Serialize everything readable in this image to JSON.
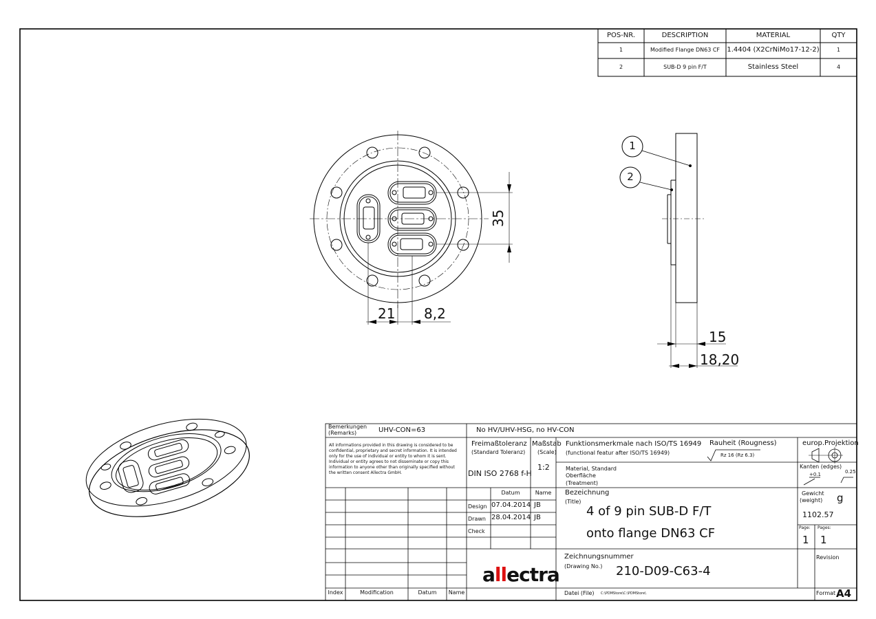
{
  "bom": {
    "headers": [
      "POS-NR.",
      "DESCRIPTION",
      "MATERIAL",
      "QTY"
    ],
    "rows": [
      [
        "1",
        "Modified Flange DN63 CF",
        "1.4404 (X2CrNiMo17-12-2)",
        "1"
      ],
      [
        "2",
        "SUB-D 9 pin F/T",
        "Stainless Steel",
        "4"
      ]
    ]
  },
  "dimensions": {
    "front_height": "35",
    "front_offset_a": "21",
    "front_offset_b": "8,2",
    "side_thickness_a": "15",
    "side_thickness_b": "18,20"
  },
  "balloons": [
    "1",
    "2"
  ],
  "titleblock": {
    "remarks_label": "Bemerkungen",
    "remarks_label_en": "(Remarks)",
    "remarks_value": "UHV-CON=63",
    "hv_note": "No HV/UHV-HSG, no HV-CON",
    "disclaimer": [
      "All informations provided in this drawing is considered to be",
      "confidential, proprietary and secret information. It is intended",
      "only for the use of individual or entity to whom it is sent.",
      "Individual or entity agrees to not disseminate or copy this",
      "information to anyone other than originally specified without",
      "the written consent Allectra GmbH."
    ],
    "tolerance_label": "Freimaßtoleranz",
    "tolerance_label_en": "(Standard Toleranz)",
    "tolerance_value": "DIN ISO 2768 f-H",
    "scale_label": "Maßstab",
    "scale_label_en": "(Scale)",
    "scale_value": "1:2",
    "function_label": "Funktionsmerkmale nach ISO/TS 16949",
    "function_label_en": "(functional featur after ISO/TS 16949)",
    "roughness_label": "Rauheit (Rougness)",
    "roughness_value": "Rz 16 (Rz 6.3)",
    "material_label": "Material, Standard",
    "surface_label": "Oberfläche",
    "treatment_label": "(Treatment)",
    "projection_label": "europ.Projektion",
    "edges_label": "Kanten (edges)",
    "edge_tol_a": "+0.1",
    "edge_tol_b": "0.25",
    "datum_header": "Datum",
    "name_header": "Name",
    "design_label": "Design",
    "design_date": "07.04.2014",
    "design_name": "JB",
    "drawn_label": "Drawn",
    "drawn_date": "28.04.2014",
    "drawn_name": "JB",
    "check_label": "Check",
    "title_label": "Bezeichnung",
    "title_label_en": "(Title)",
    "title_line1": "4 of 9 pin SUB-D F/T",
    "title_line2": "onto flange DN63 CF",
    "weight_label": "Gewicht",
    "weight_label_en": "(weight)",
    "weight_unit": "g",
    "weight_value": "1102.57",
    "page_label": "Page:",
    "pages_label": "Pages:",
    "page_value": "1",
    "pages_value": "1",
    "drawing_no_label": "Zeichnungsnummer",
    "drawing_no_label_en": "(Drawing No.)",
    "drawing_no_value": "210-D09-C63-4",
    "revision_label": "Revision",
    "file_label": "Datei (File)",
    "file_value": "C:\\PDMStore\\C:\\PDMStore\\",
    "format_label": "Format",
    "format_value": "A4",
    "rev_headers": [
      "Index",
      "Modification",
      "Datum",
      "Name"
    ],
    "logo_a": "a",
    "logo_ll": "ll",
    "logo_rest": "ectra"
  }
}
